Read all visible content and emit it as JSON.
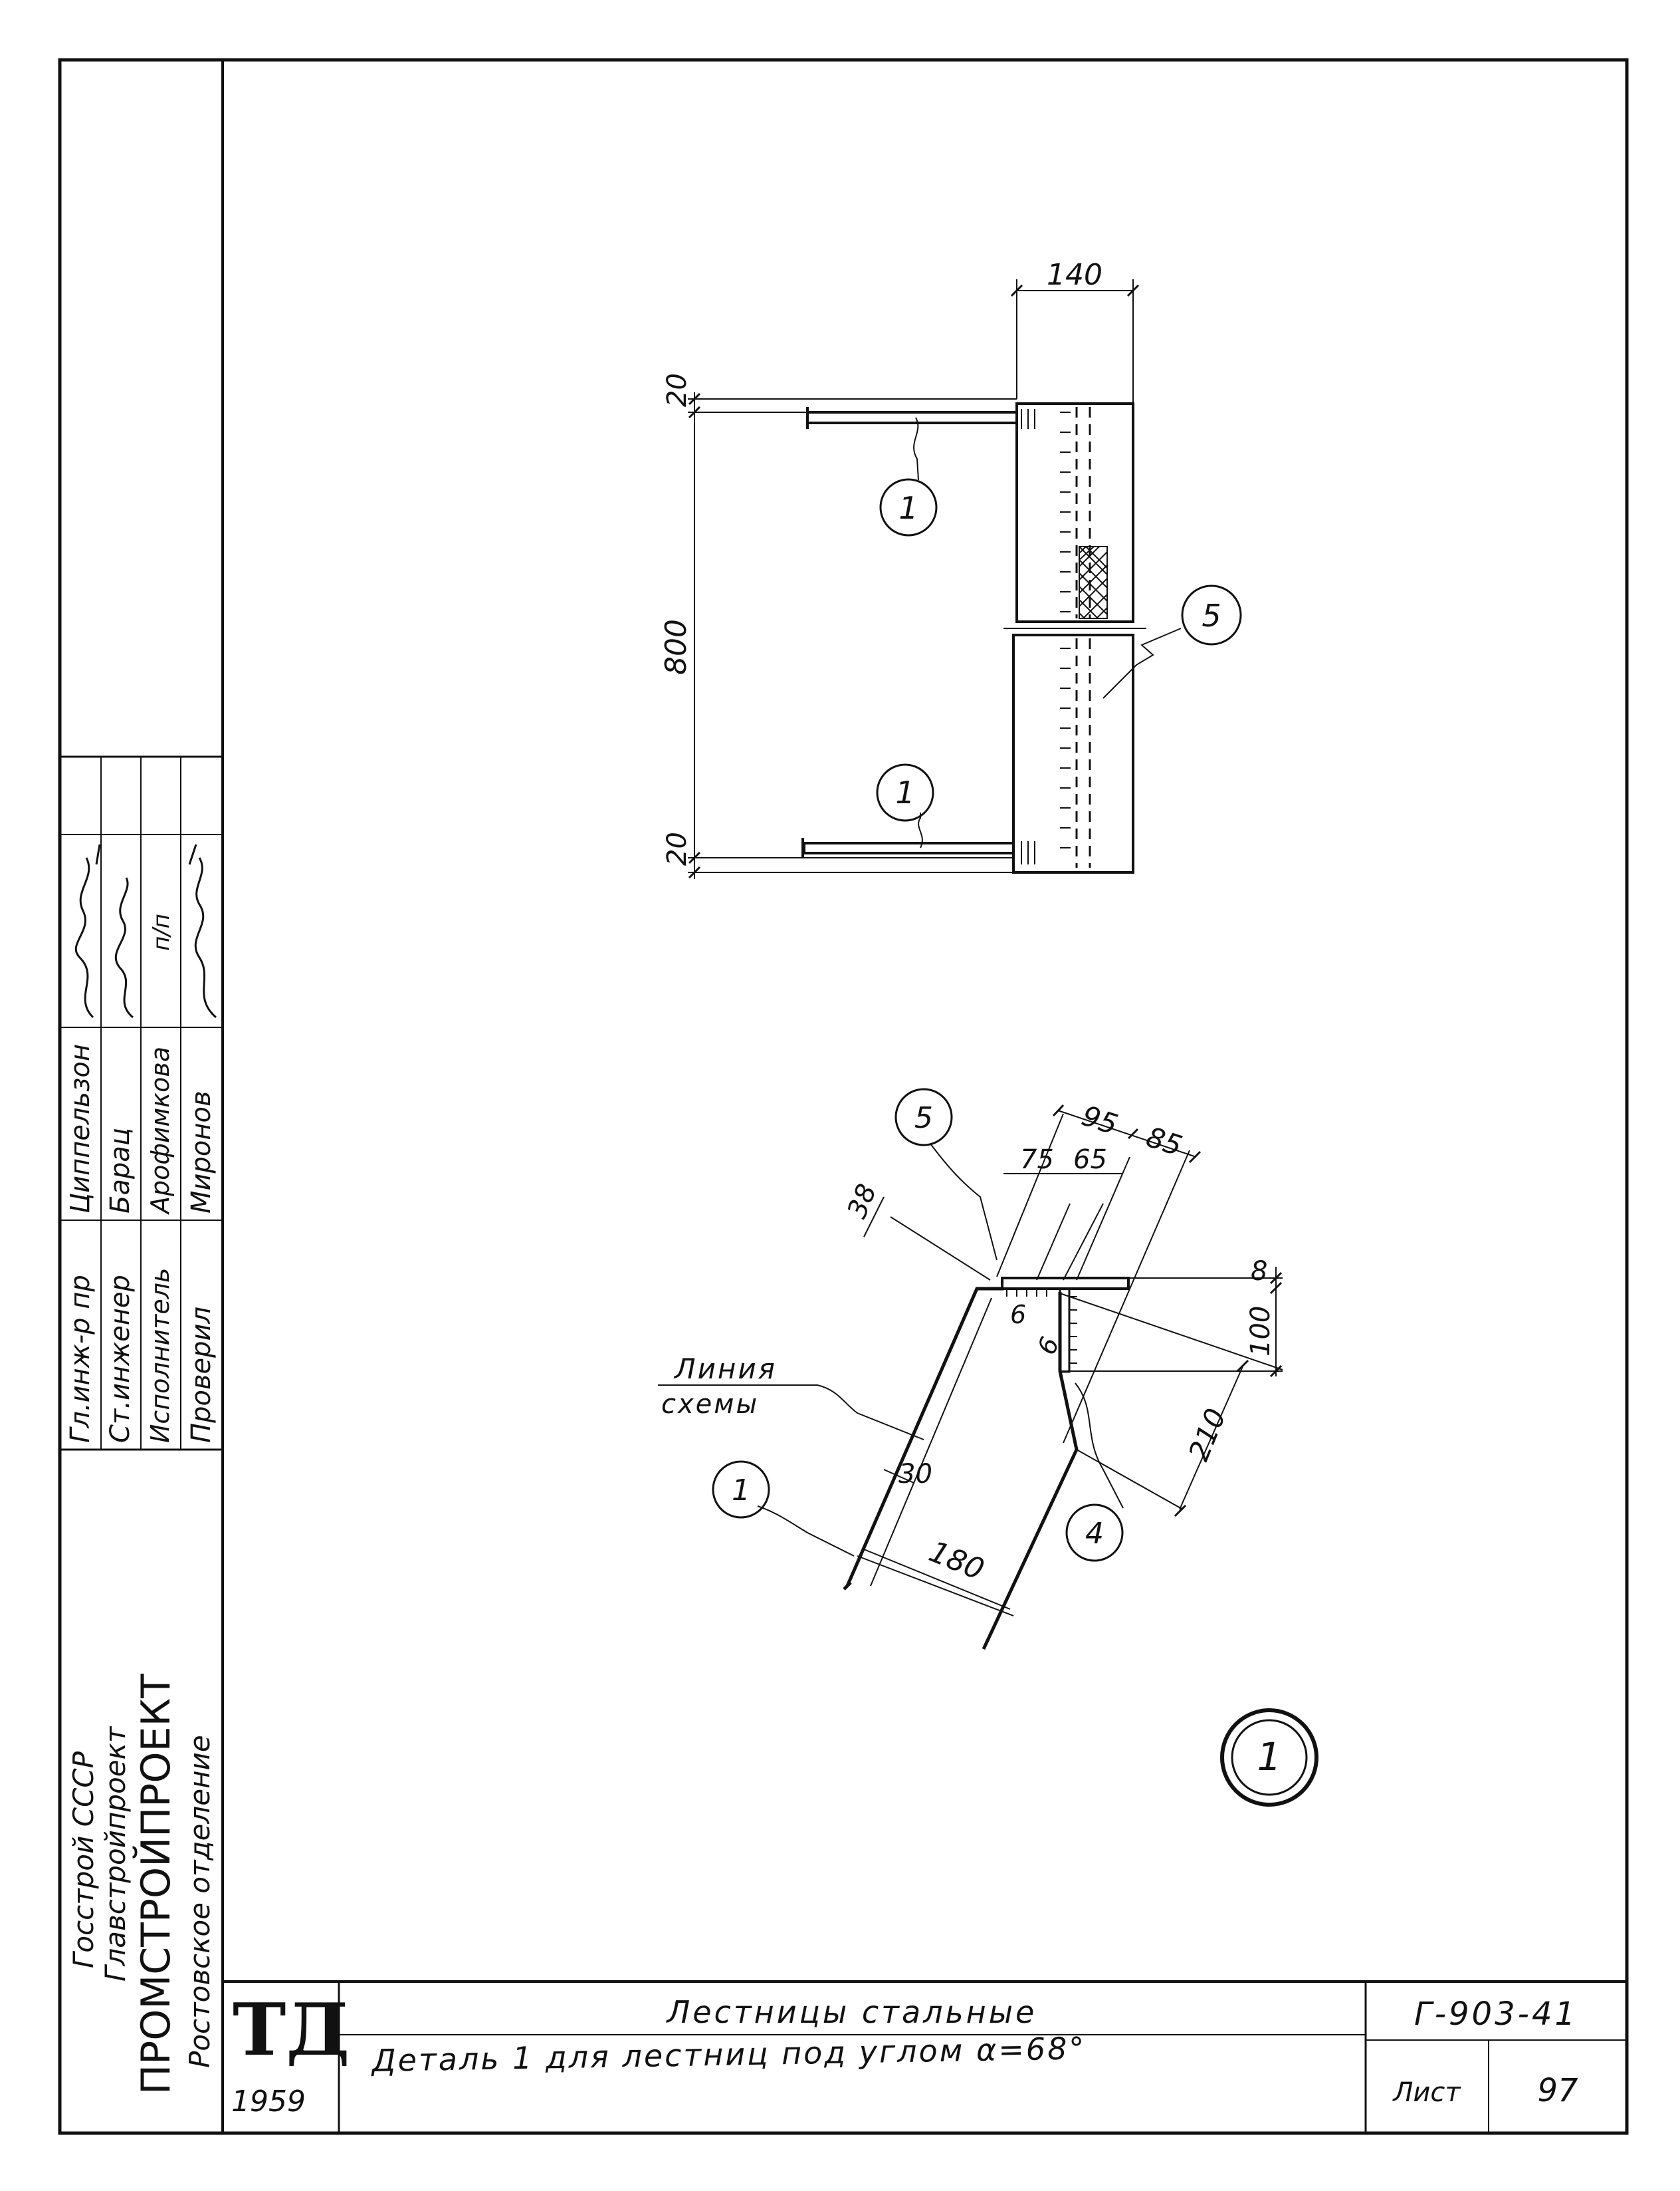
{
  "org": {
    "line1": "Госстрой СССР",
    "line2": "Главстройпроект",
    "line3": "ПРОМСТРОЙПРОЕКТ",
    "line4": "Ростовское отделение"
  },
  "signatures": {
    "rows": [
      {
        "role": "Гл.инж-р пр",
        "name": "Циппельзон",
        "sign": "signature"
      },
      {
        "role": "Ст.инженер",
        "name": "Барац",
        "sign": "signature"
      },
      {
        "role": "Исполнитель",
        "name": "Арофимкова",
        "sign": "п/п"
      },
      {
        "role": "Проверил",
        "name": "Миронов",
        "sign": "signature"
      }
    ]
  },
  "title_block": {
    "logo": "ТД",
    "year": "1959",
    "title": "Лестницы стальные",
    "subtitle": "Деталь 1 для лестниц под углом α=68°",
    "code": "Г-903-41",
    "sheet_label": "Лист",
    "sheet_no": "97"
  },
  "top_view": {
    "dims": {
      "width": "140",
      "top_gap": "20",
      "height": "800",
      "bottom_gap": "20"
    },
    "marks": {
      "upper": "1",
      "lower": "1",
      "side": "5"
    }
  },
  "bottom_view": {
    "dims": {
      "d95": "95",
      "d85": "85",
      "d75": "75",
      "d65": "65",
      "d38": "38",
      "d8": "8",
      "d6a": "6",
      "d6b": "6",
      "d100": "100",
      "d210": "210",
      "d30": "30",
      "d180": "180"
    },
    "marks": {
      "top": "5",
      "left": "1",
      "right": "4"
    },
    "schema_label_1": "Линия",
    "schema_label_2": "схемы"
  },
  "detail_mark": "1"
}
